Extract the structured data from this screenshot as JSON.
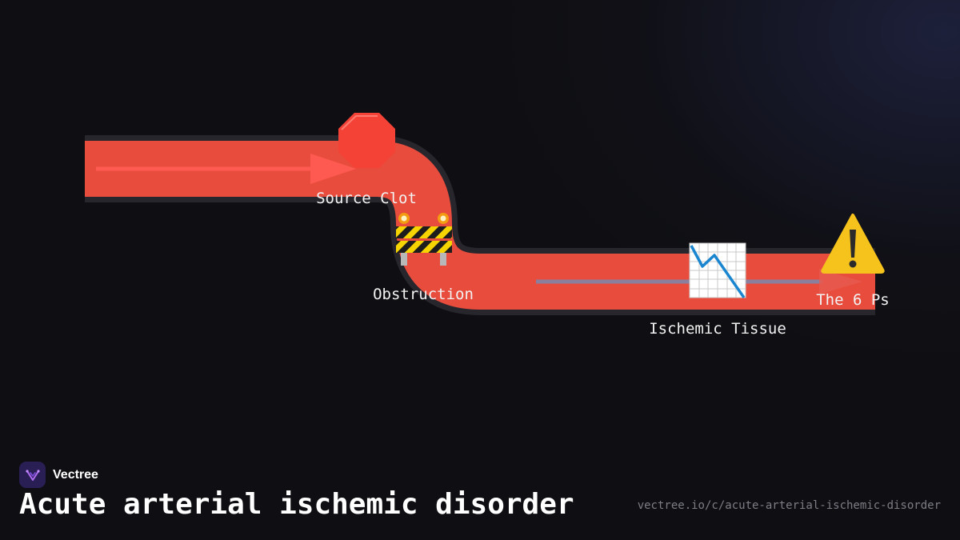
{
  "diagram": {
    "nodes": [
      {
        "id": "source-clot",
        "label": "Source Clot",
        "icon": "stop-sign-icon"
      },
      {
        "id": "obstruction",
        "label": "Obstruction",
        "icon": "construction-barrier-icon"
      },
      {
        "id": "ischemic-tissue",
        "label": "Ischemic Tissue",
        "icon": "chart-decreasing-icon"
      },
      {
        "id": "the-6-ps",
        "label": "The 6 Ps",
        "icon": "warning-icon"
      }
    ],
    "colors": {
      "vessel": "#e84c3d",
      "vessel_outline": "#26262c",
      "flow_arrow": "#ff5a52",
      "reduced_flow": "#8a7f9e",
      "stop_sign": "#f44336",
      "warning": "#f6c21c"
    }
  },
  "footer": {
    "brand_name": "Vectree",
    "title": "Acute arterial ischemic disorder",
    "url": "vectree.io/c/acute-arterial-ischemic-disorder"
  }
}
